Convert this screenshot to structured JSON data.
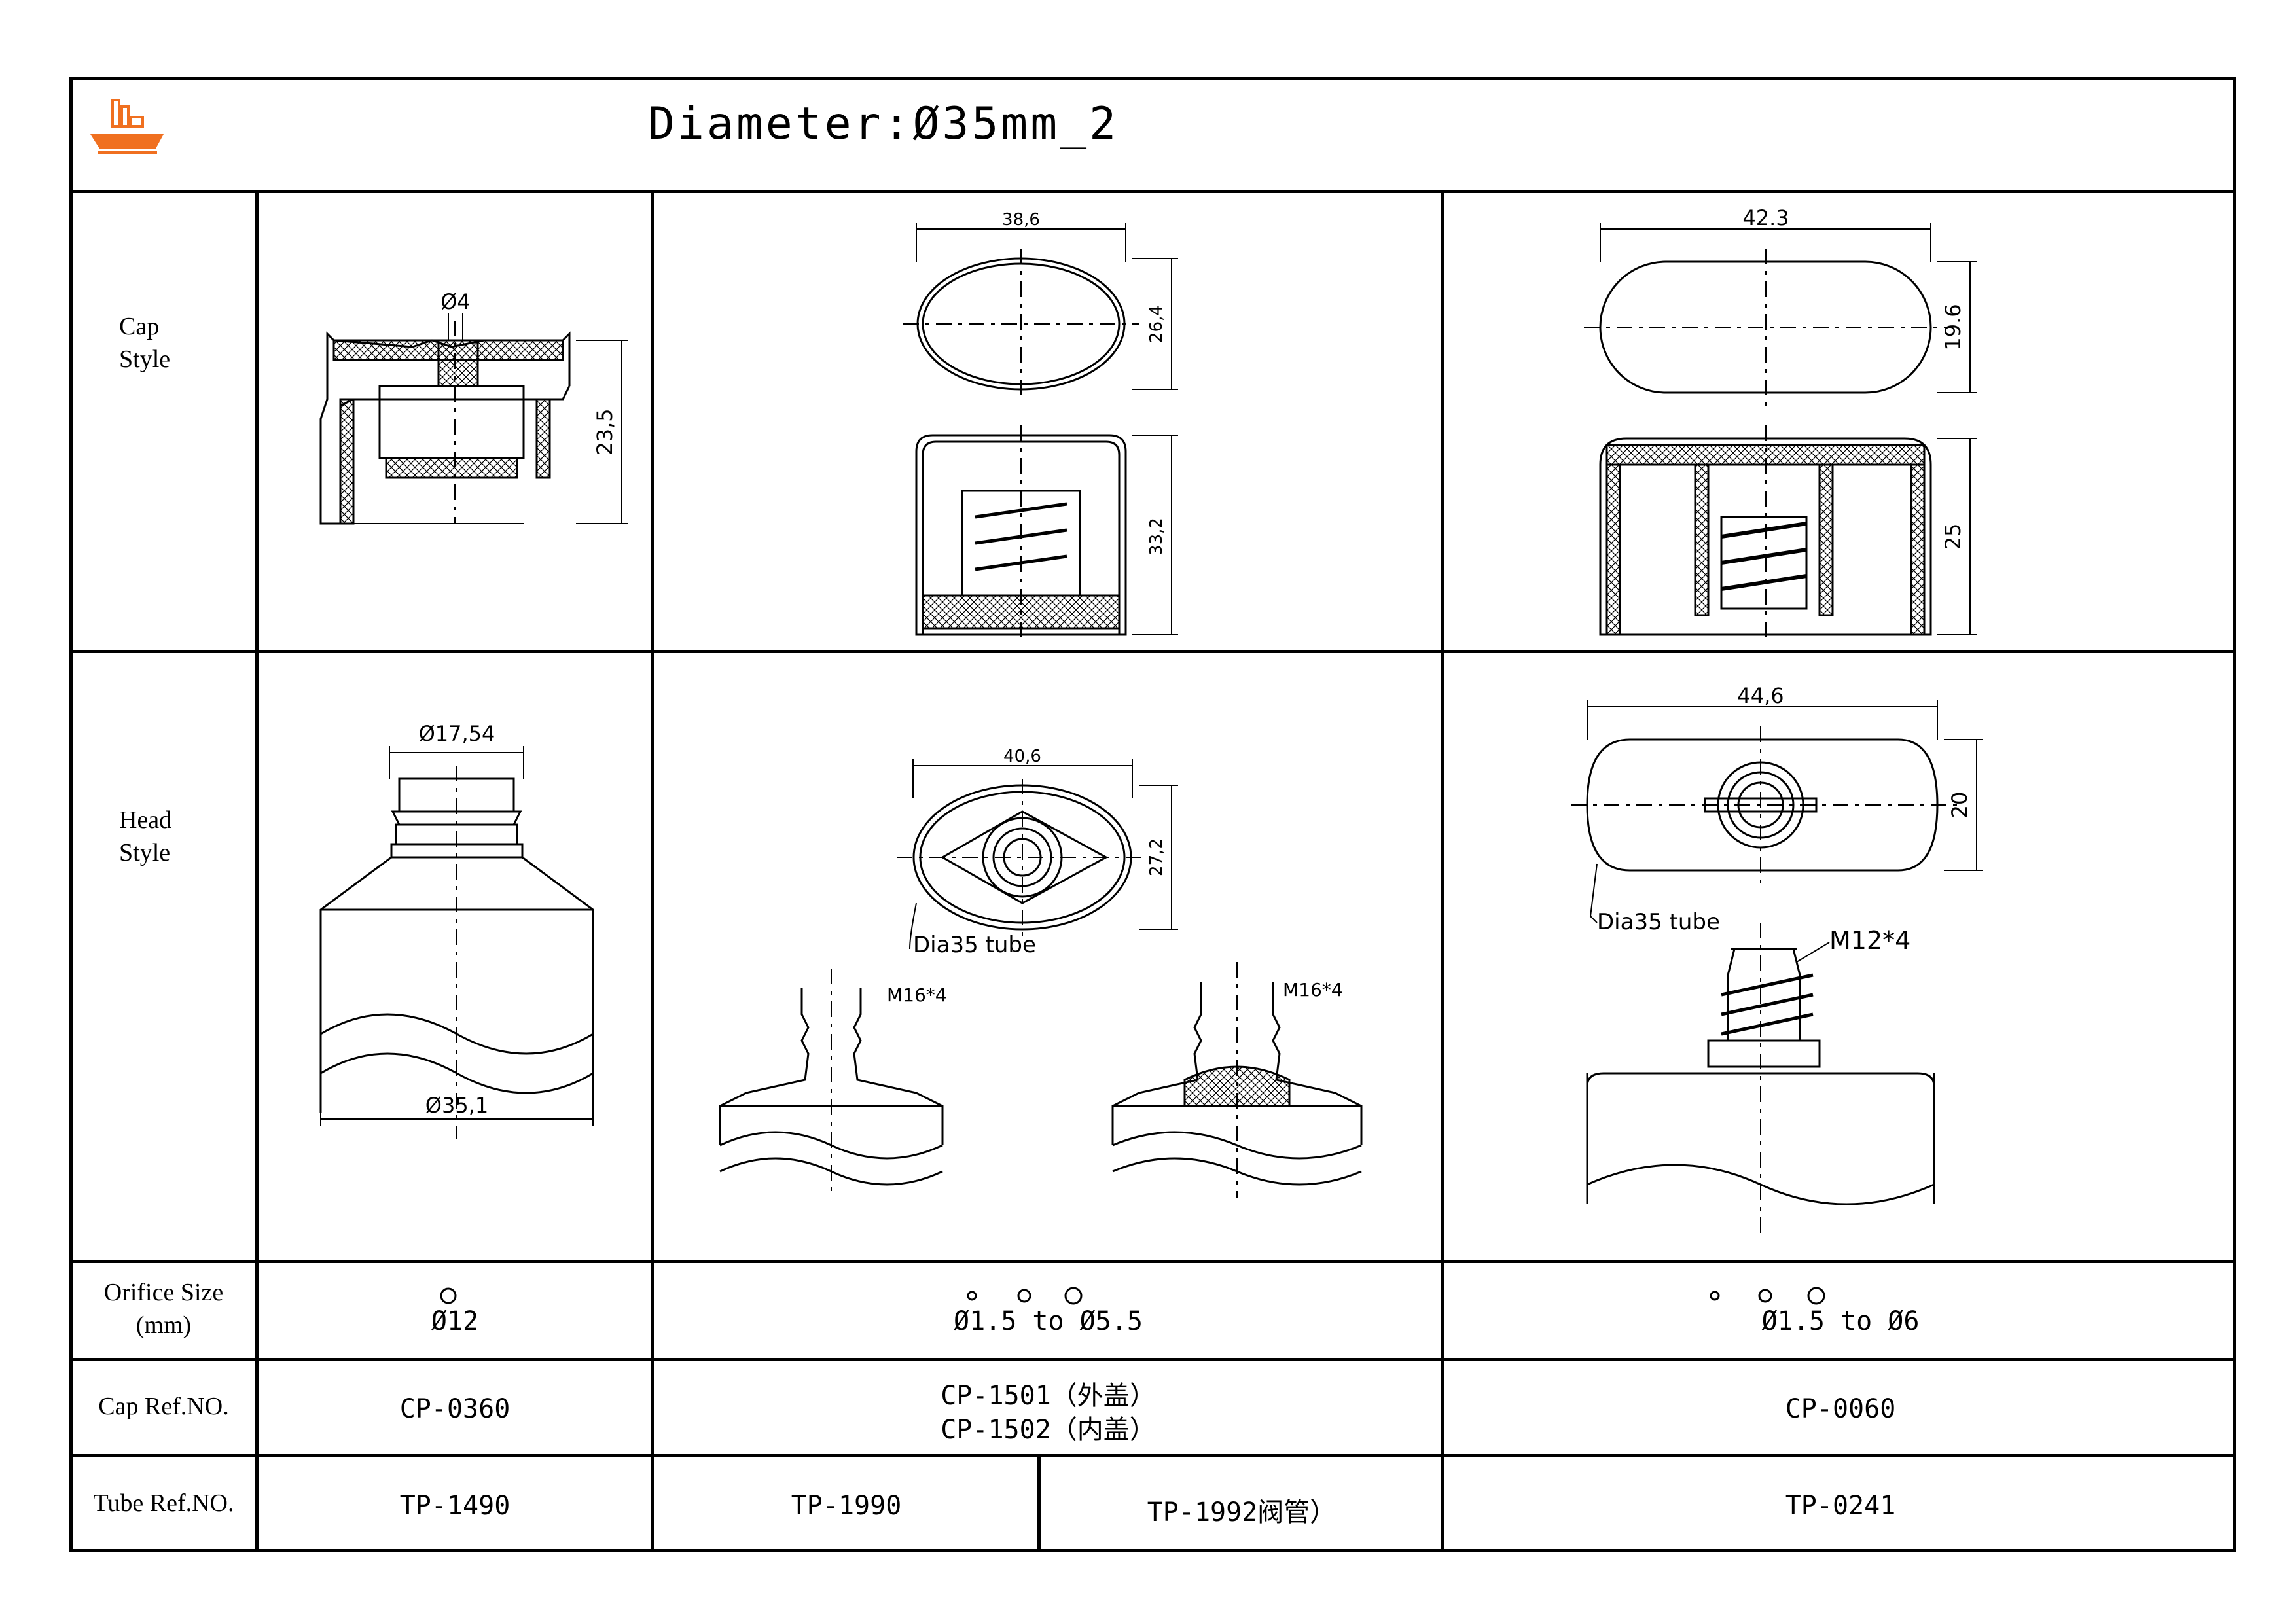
{
  "header": {
    "title": "Diameter:Ø35mm_2"
  },
  "brand": {
    "logo_icon": "factory-ship-logo",
    "color": "#f07020"
  },
  "rows": {
    "cap_style_label": [
      "Cap",
      "Style"
    ],
    "head_style_label": [
      "Head",
      "Style"
    ],
    "orifice_label": [
      "Orifice Size",
      "(mm)"
    ],
    "cap_ref_label": "Cap Ref.NO.",
    "tube_ref_label": "Tube Ref.NO."
  },
  "drawings": {
    "cap1": {
      "dim_orifice": "Ø4",
      "dim_height": "23,5"
    },
    "cap2": {
      "dim_width": "38,6",
      "dim_depth": "26,4",
      "dim_height": "33,2"
    },
    "cap3": {
      "dim_width": "42.3",
      "dim_depth": "19.6",
      "dim_height": "25"
    },
    "head1": {
      "dim_neck": "Ø17,54",
      "dim_body": "Ø35,1"
    },
    "head2": {
      "dim_width": "40,6",
      "dim_depth": "27,2",
      "tube_label": "Dia35  tube",
      "thread_a": "M16*4",
      "thread_b": "M16*4"
    },
    "head3": {
      "dim_width": "44,6",
      "dim_depth": "20",
      "tube_label": "Dia35  tube",
      "thread": "M12*4"
    }
  },
  "orifice": {
    "col1": "Ø12",
    "col2": "Ø1.5 to Ø5.5",
    "col3": "Ø1.5 to  Ø6"
  },
  "cap_ref": {
    "col1": "CP-0360",
    "col2_line1": "CP-1501（外盖）",
    "col2_line2": "CP-1502（内盖）",
    "col3": "CP-0060"
  },
  "tube_ref": {
    "col1": "TP-1490",
    "col2a": "TP-1990",
    "col2b": "TP-1992阀管）",
    "col3": "TP-0241"
  }
}
